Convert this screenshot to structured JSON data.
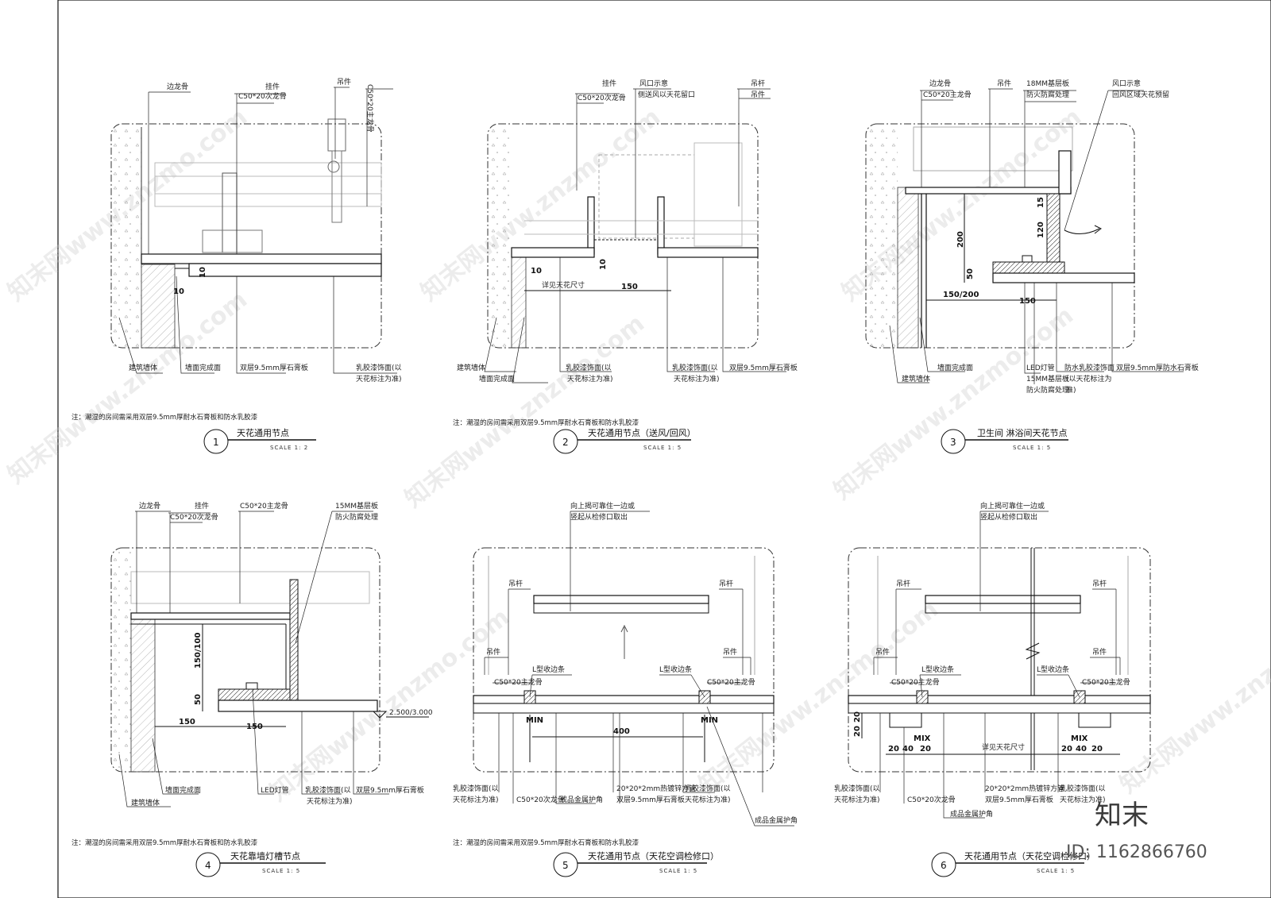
{
  "details": [
    {
      "number": "1",
      "title": "天花通用节点",
      "scale": "SCALE 1: 2",
      "note": "注：潮湿的房间需采用双层9.5mm厚耐水石膏板和防水乳胶漆",
      "top_labels": [
        "边龙骨",
        "挂件",
        "C50*20次龙骨",
        "吊件",
        "C50*20主龙骨"
      ],
      "bottom_labels": [
        "建筑墙体",
        "墙面完成面",
        "双层9.5mm厚石膏板",
        "乳胶漆饰面(以",
        "天花标注为准)"
      ],
      "dims": [
        "10",
        "10"
      ]
    },
    {
      "number": "2",
      "title": "天花通用节点（送风/回风）",
      "scale": "SCALE 1: 5",
      "note": "注：潮湿的房间需采用双层9.5mm厚耐水石膏板和防水乳胶漆",
      "top_labels": [
        "挂件",
        "C50*20次龙骨",
        "风口示意",
        "侧送风以天花留口",
        "吊杆",
        "吊件"
      ],
      "bottom_labels": [
        "建筑墙体",
        "墙面完成面",
        "乳胶漆饰面(以",
        "天花标注为准)",
        "乳胶漆饰面(以",
        "天花标注为准)",
        "双层9.5mm厚石膏板"
      ],
      "dims": [
        "10",
        "10",
        "详见天花尺寸",
        "150"
      ]
    },
    {
      "number": "3",
      "title": "卫生间 淋浴间天花节点",
      "scale": "SCALE 1: 5",
      "note": "",
      "top_labels": [
        "边龙骨",
        "C50*20主龙骨",
        "吊件",
        "18MM基层板",
        "防火防腐处理",
        "风口示意",
        "回风区域天花预留"
      ],
      "bottom_labels": [
        "建筑墙体",
        "墙面完成面",
        "LED灯管",
        "15MM基层板",
        "防火防腐处理",
        "防水乳胶漆饰面",
        "(以天花标注为",
        "准)",
        "双层9.5mm厚防水石膏板"
      ],
      "dims": [
        "200",
        "120",
        "15",
        "50",
        "150/200",
        "150"
      ]
    },
    {
      "number": "4",
      "title": "天花靠墙灯槽节点",
      "scale": "SCALE 1: 5",
      "note": "注：潮湿的房间需采用双层9.5mm厚耐水石膏板和防水乳胶漆",
      "top_labels": [
        "边龙骨",
        "挂件",
        "C50*20次龙骨",
        "C50*20主龙骨",
        "15MM基层板",
        "防火防腐处理"
      ],
      "bottom_labels": [
        "建筑墙体",
        "墙面完成面",
        "LED灯管",
        "乳胶漆饰面(以",
        "天花标注为准)",
        "双层9.5mm厚石膏板"
      ],
      "dims": [
        "150/100",
        "50",
        "150",
        "150"
      ],
      "level": "2.500/3.000"
    },
    {
      "number": "5",
      "title": "天花通用节点（天花空调检修口）",
      "scale": "SCALE 1: 5",
      "note": "注：潮湿的房间需采用双层9.5mm厚耐水石膏板和防水乳胶漆",
      "top_labels": [
        "向上揭可靠住一边或",
        "竖起从检修口取出",
        "吊杆",
        "吊杆",
        "吊件",
        "L型收边条",
        "C50*20主龙骨",
        "L型收边条",
        "C50*20主龙骨",
        "吊件"
      ],
      "bottom_labels": [
        "乳胶漆饰面(以",
        "天花标注为准)",
        "C50*20次龙骨",
        "成品金属护角",
        "20*20*2mm热镀锌方管",
        "双层9.5mm厚石膏板",
        "乳胶漆饰面(以",
        "天花标注为准)",
        "成品金属护角"
      ],
      "dims": [
        "400",
        "MIN",
        "MIN"
      ]
    },
    {
      "number": "6",
      "title": "天花通用节点（天花空调检修口）",
      "scale": "SCALE 1: 5",
      "note": "",
      "top_labels": [
        "向上揭可靠住一边或",
        "竖起从检修口取出",
        "吊杆",
        "吊杆",
        "吊件",
        "L型收边条",
        "C50*20主龙骨",
        "L型收边条",
        "C50*20主龙骨",
        "吊件"
      ],
      "bottom_labels": [
        "乳胶漆饰面(以",
        "天花标注为准)",
        "C50*20次龙骨",
        "成品金属护角",
        "20*20*2mm热镀锌方管",
        "双层9.5mm厚石膏板",
        "乳胶漆饰面(以",
        "天花标注为准)"
      ],
      "dims": [
        "20",
        "20",
        "20",
        "40",
        "20",
        "20",
        "40",
        "20",
        "MIX",
        "MIX",
        "详见天花尺寸"
      ]
    }
  ],
  "watermark": {
    "text": "知末网www.znzmo.com"
  },
  "brand": {
    "logo_text": "知末",
    "id_text": "ID: 1162866760"
  }
}
